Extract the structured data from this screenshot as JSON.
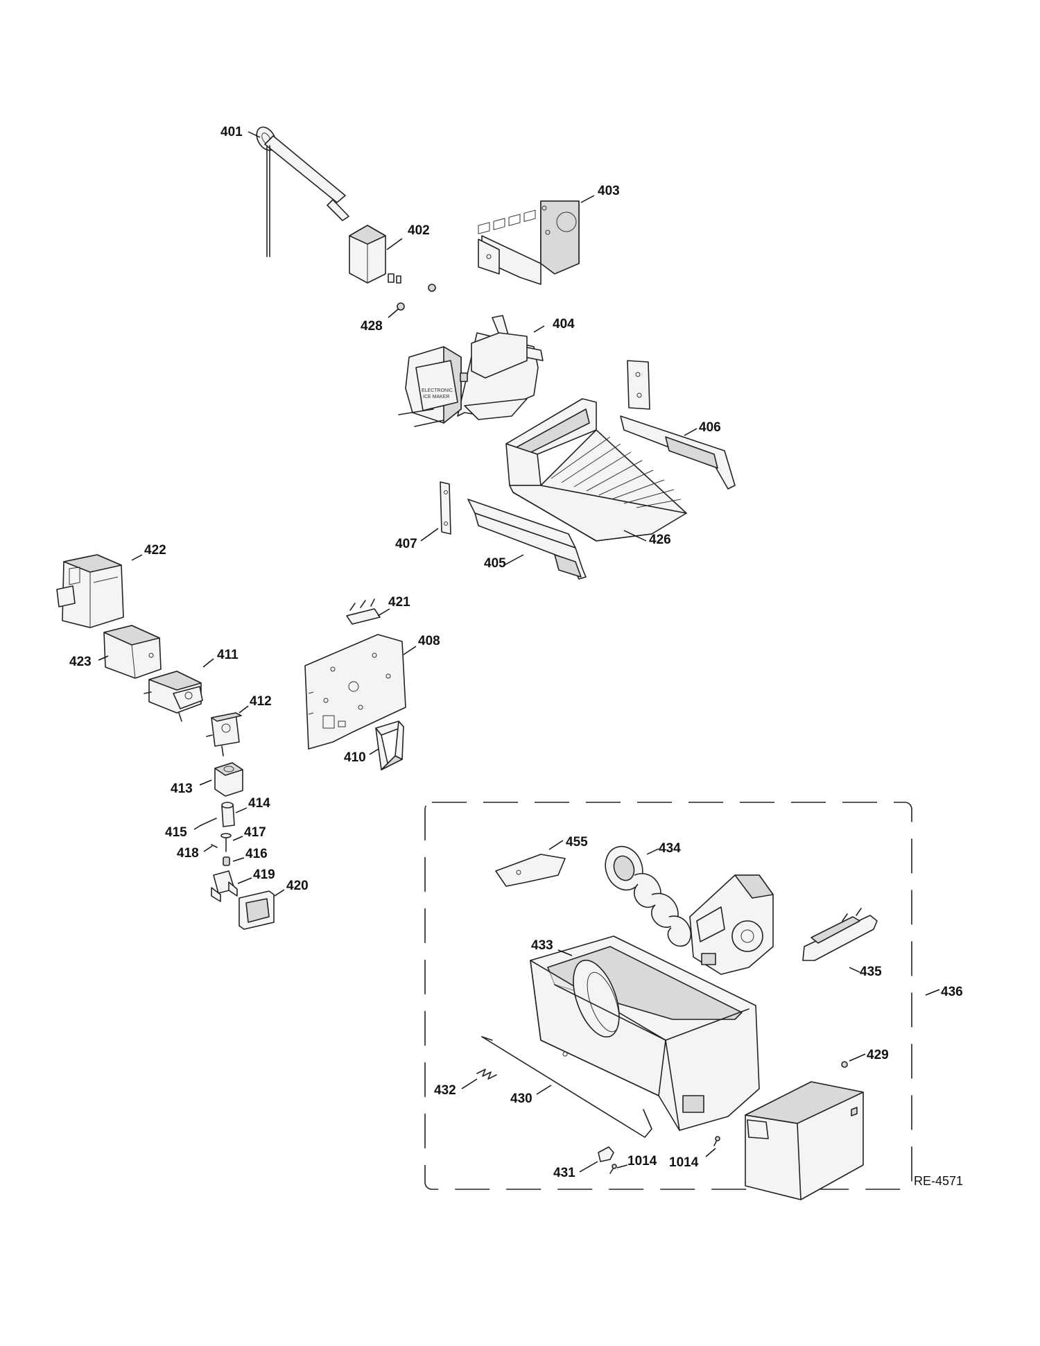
{
  "callouts": {
    "c401": "401",
    "c402": "402",
    "c403": "403",
    "c404": "404",
    "c405": "405",
    "c406": "406",
    "c407": "407",
    "c408": "408",
    "c410": "410",
    "c411": "411",
    "c412": "412",
    "c413": "413",
    "c414": "414",
    "c415": "415",
    "c416": "416",
    "c417": "417",
    "c418": "418",
    "c419": "419",
    "c420": "420",
    "c421": "421",
    "c422": "422",
    "c423": "423",
    "c426": "426",
    "c428": "428",
    "c429": "429",
    "c430": "430",
    "c431": "431",
    "c432": "432",
    "c433": "433",
    "c434": "434",
    "c435": "435",
    "c436": "436",
    "c455": "455",
    "c1014a": "1014",
    "c1014b": "1014"
  },
  "reference_code": "RE-4571",
  "icemaker_label": [
    "ELECTRONIC",
    "ICE MAKER"
  ]
}
